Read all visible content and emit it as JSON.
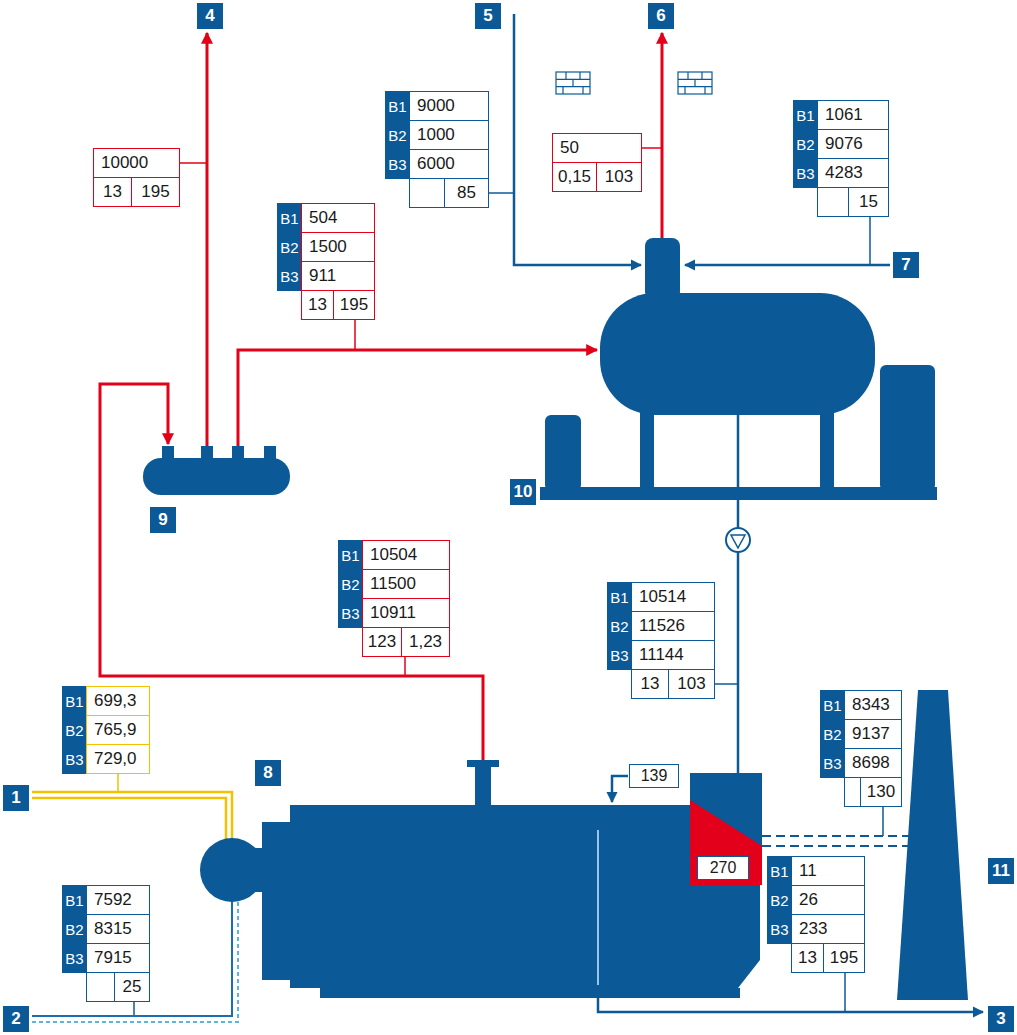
{
  "diagram": {
    "nodes": [
      {
        "text": [
          "B1",
          "9000",
          "B2",
          "1000",
          "B3",
          "6000",
          "85"
        ]
      },
      {
        "text": [
          "B1",
          "1061",
          "B2",
          "9076",
          "B3",
          "4283",
          "15"
        ]
      },
      {
        "text": [
          "50",
          "0,15",
          "103"
        ]
      },
      {
        "text": [
          "10000",
          "13",
          "195"
        ]
      },
      {
        "text": [
          "B1",
          "504",
          "B2",
          "1500",
          "B3",
          "911",
          "13",
          "195"
        ]
      },
      {
        "text": [
          "B1",
          "10504",
          "B2",
          "11500",
          "B3",
          "10911",
          "123",
          "1,23"
        ]
      },
      {
        "text": [
          "B1",
          "10514",
          "B2",
          "11526",
          "B3",
          "11144",
          "13",
          "103"
        ]
      },
      {
        "text": [
          "B1",
          "699,3",
          "B2",
          "765,9",
          "B3",
          "729,0"
        ]
      },
      {
        "text": [
          "B1",
          "8343",
          "B2",
          "9137",
          "B3",
          "8698",
          "130"
        ]
      },
      {
        "text": [
          "139"
        ]
      },
      {
        "text": [
          "B1",
          "7592",
          "B2",
          "8315",
          "B3",
          "7915",
          "25"
        ]
      },
      {
        "text": [
          "B1",
          "11",
          "B2",
          "26",
          "B3",
          "233",
          "13",
          "195"
        ]
      },
      {
        "text": [
          "270"
        ]
      }
    ],
    "labels": [
      "4",
      "5",
      "6",
      "7",
      "9",
      "10",
      "8",
      "1",
      "11",
      "2",
      "3"
    ]
  }
}
